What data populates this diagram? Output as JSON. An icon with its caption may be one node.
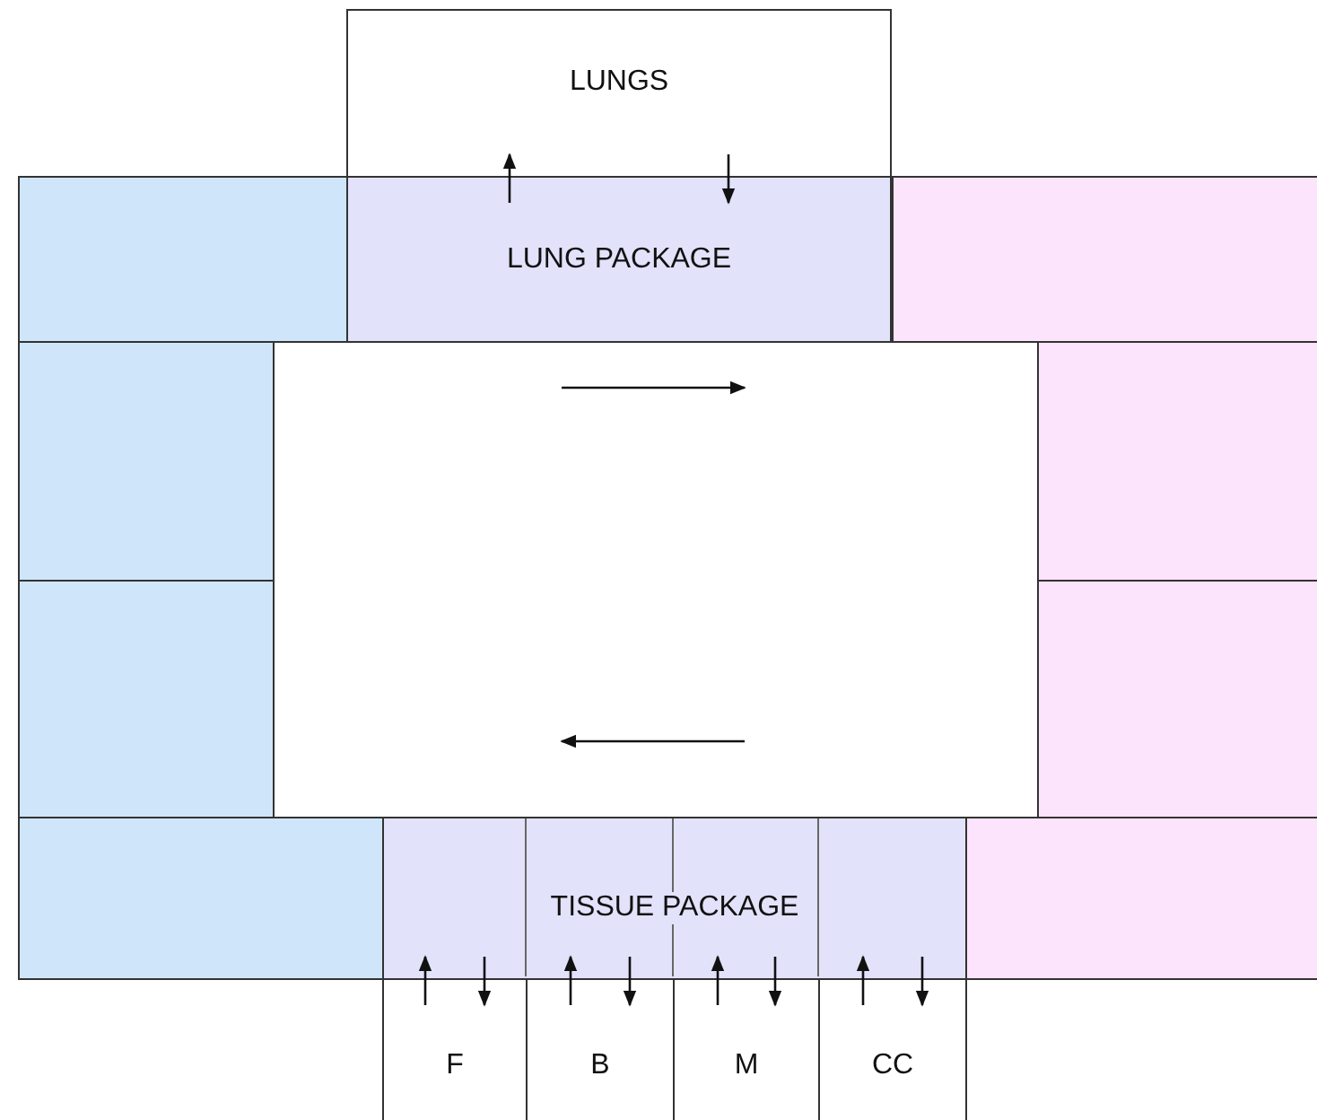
{
  "diagram": {
    "nodes": [
      {
        "text": [
          "LUNGS"
        ]
      },
      {
        "text": [],
        "shape": "box"
      },
      {
        "text": [
          "LUNG PACKAGE"
        ]
      },
      {
        "text": [],
        "shape": "box"
      },
      {
        "text": [],
        "shape": "box"
      },
      {
        "text": [],
        "shape": "box"
      },
      {
        "text": [],
        "shape": "box"
      },
      {
        "text": [],
        "shape": "box"
      },
      {
        "text": [],
        "shape": "box"
      },
      {
        "text": [
          "TISSUE PACKAGE"
        ]
      },
      {
        "text": [],
        "shape": "box"
      },
      {
        "text": [
          "F"
        ]
      },
      {
        "text": [
          "B"
        ]
      },
      {
        "text": [
          "M"
        ]
      },
      {
        "text": [
          "CC"
        ]
      }
    ],
    "edges": [
      {
        "from": 2,
        "to": 0,
        "arrow": "to"
      },
      {
        "from": 0,
        "to": 2,
        "arrow": "to"
      },
      {
        "from": 11,
        "to": 9,
        "arrow": "to"
      },
      {
        "from": 9,
        "to": 11,
        "arrow": "to"
      },
      {
        "from": 12,
        "to": 9,
        "arrow": "to"
      },
      {
        "from": 9,
        "to": 12,
        "arrow": "to"
      },
      {
        "from": 13,
        "to": 9,
        "arrow": "to"
      },
      {
        "from": 9,
        "to": 13,
        "arrow": "to"
      },
      {
        "from": 14,
        "to": 9,
        "arrow": "to"
      },
      {
        "from": 9,
        "to": 14,
        "arrow": "to"
      }
    ]
  }
}
